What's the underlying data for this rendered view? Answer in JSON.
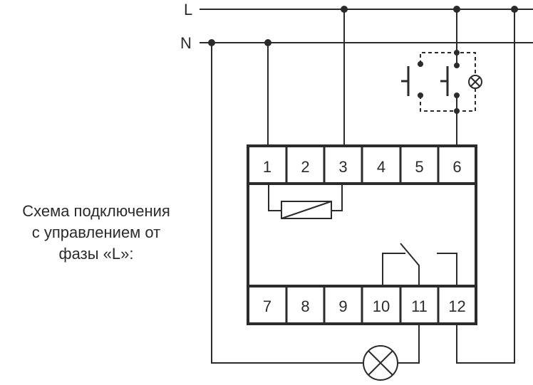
{
  "lines": {
    "phase": "L",
    "neutral": "N"
  },
  "terminals_top": [
    "1",
    "2",
    "3",
    "4",
    "5",
    "6"
  ],
  "terminals_bottom": [
    "7",
    "8",
    "9",
    "10",
    "11",
    "12"
  ],
  "caption": [
    "Схема подключения",
    "с управлением от",
    "фазы «L»:"
  ],
  "colors": {
    "line": "#2b2b2b",
    "background": "#ffffff"
  }
}
